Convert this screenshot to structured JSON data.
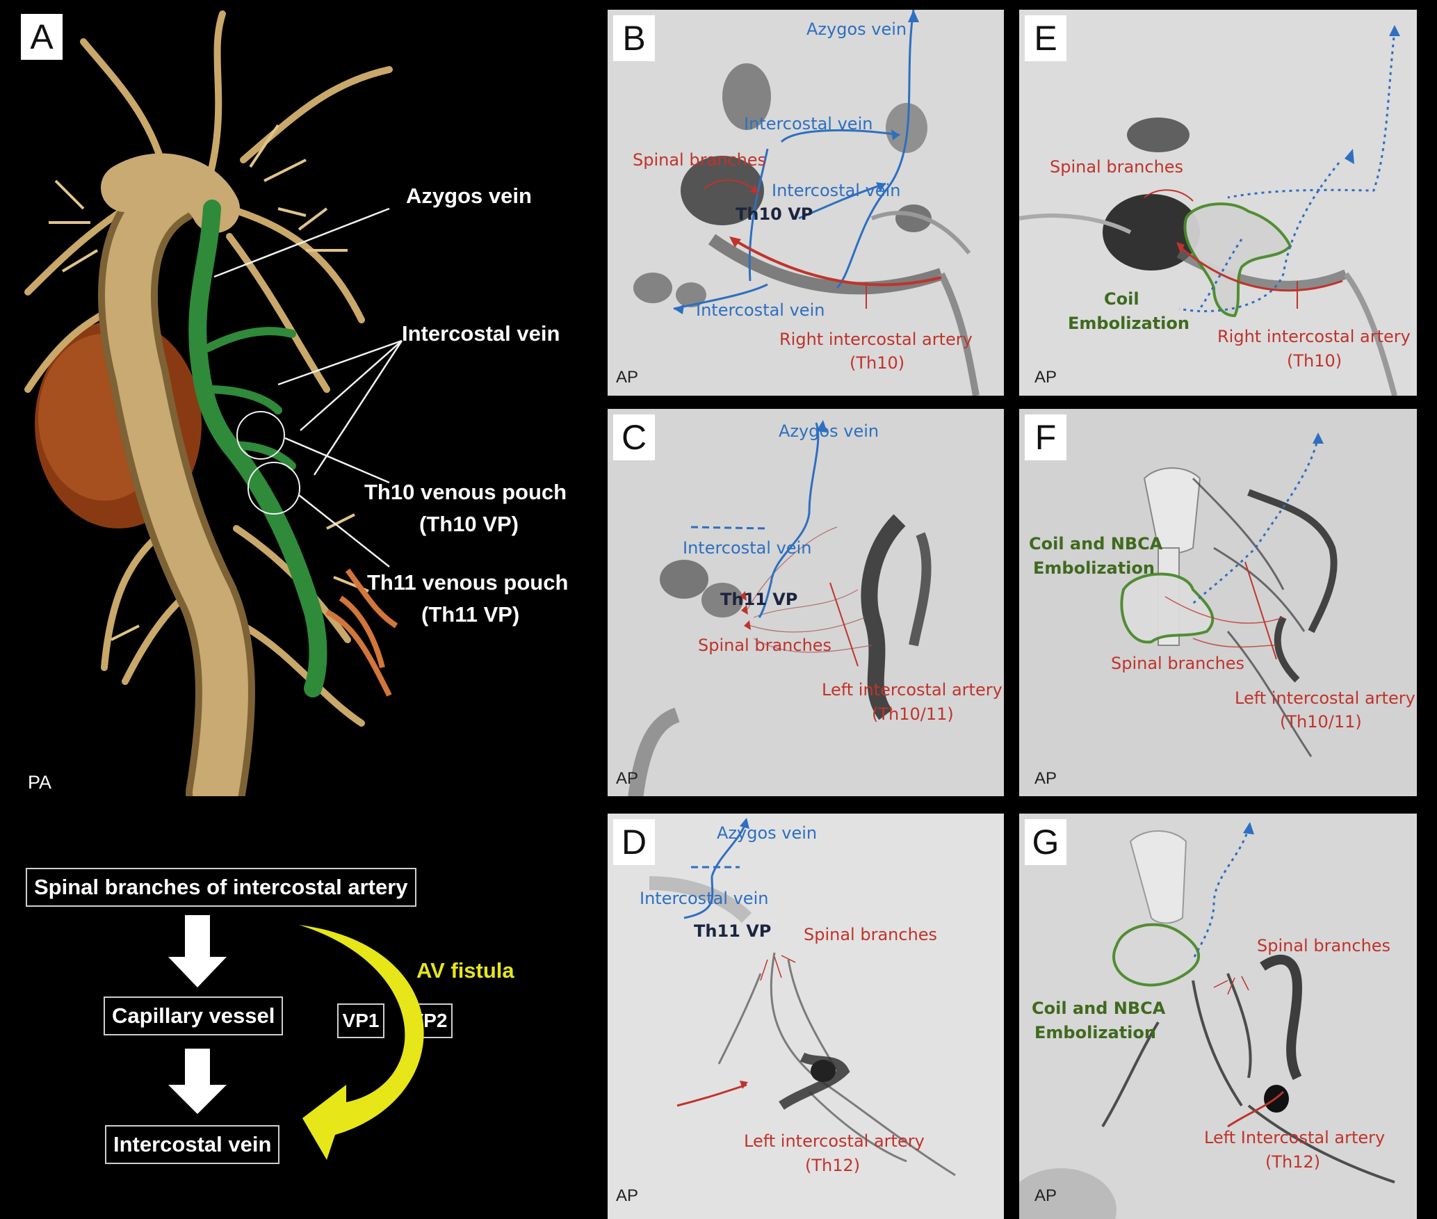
{
  "panels": {
    "A": {
      "letter": "A",
      "view": "PA",
      "labels": {
        "azygos": "Azygos vein",
        "intercostal": "Intercostal vein",
        "th10_line1": "Th10 venous pouch",
        "th10_line2": "(Th10 VP)",
        "th11_line1": "Th11 venous pouch",
        "th11_line2": "(Th11 VP)"
      }
    },
    "B": {
      "letter": "B",
      "view": "AP",
      "labels": {
        "azygos": "Azygos vein",
        "intercostal_top": "Intercostal vein",
        "intercostal_mid": "Intercostal vein",
        "intercostal_bottom": "Intercostal vein",
        "spinal": "Spinal branches",
        "vp": "Th10 VP",
        "artery_line1": "Right intercostal artery",
        "artery_line2": "(Th10)"
      }
    },
    "C": {
      "letter": "C",
      "view": "AP",
      "labels": {
        "azygos": "Azygos vein",
        "intercostal": "Intercostal vein",
        "vp": "Th11 VP",
        "spinal": "Spinal branches",
        "artery_line1": "Left intercostal artery",
        "artery_line2": "(Th10/11)"
      }
    },
    "D": {
      "letter": "D",
      "view": "AP",
      "labels": {
        "azygos": "Azygos vein",
        "intercostal": "Intercostal vein",
        "vp": "Th11 VP",
        "spinal": "Spinal branches",
        "artery_line1": "Left intercostal artery",
        "artery_line2": "(Th12)"
      }
    },
    "E": {
      "letter": "E",
      "view": "AP",
      "labels": {
        "spinal": "Spinal branches",
        "coil_line1": "Coil",
        "coil_line2": "Embolization",
        "artery_line1": "Right intercostal artery",
        "artery_line2": "(Th10)"
      }
    },
    "F": {
      "letter": "F",
      "view": "AP",
      "labels": {
        "coil_line1": "Coil and NBCA",
        "coil_line2": "Embolization",
        "spinal": "Spinal branches",
        "artery_line1": "Left intercostal artery",
        "artery_line2": "(Th10/11)"
      }
    },
    "G": {
      "letter": "G",
      "view": "AP",
      "labels": {
        "spinal": "Spinal branches",
        "coil_line1": "Coil and NBCA",
        "coil_line2": "Embolization",
        "artery_line1": "Left Intercostal artery",
        "artery_line2": "(Th12)"
      }
    }
  },
  "flow": {
    "step1": "Spinal branches of intercostal artery",
    "step2": "Capillary vessel",
    "step3": "Intercostal vein",
    "fistula": "AV fistula",
    "vp1": "VP1",
    "vp2": "VP2"
  },
  "colors": {
    "vein": "#2d6fc0",
    "artery": "#c0332b",
    "embolization": "#4a8a2a",
    "fistula": "#e6e619"
  }
}
